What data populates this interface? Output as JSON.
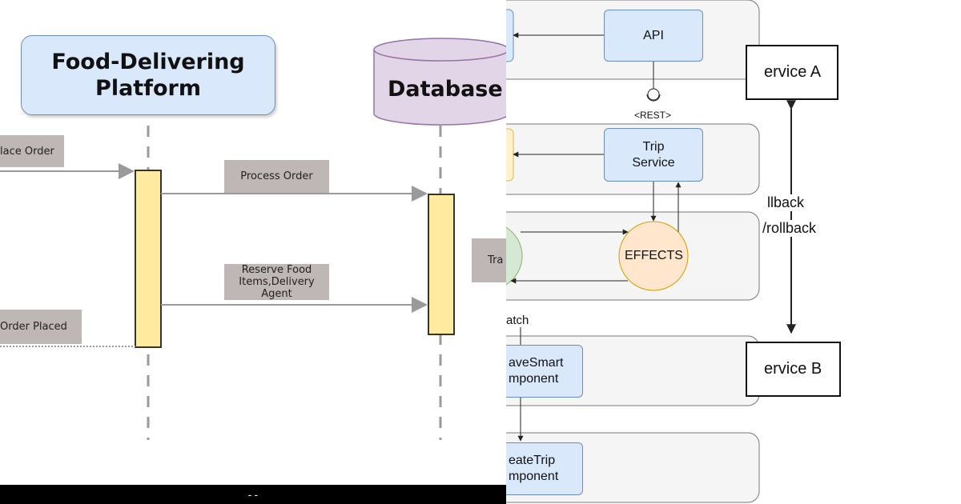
{
  "left_diagram": {
    "actor_title": "Food-Delivering Platform",
    "database_label": "Database",
    "messages": [
      {
        "text": "lace Order"
      },
      {
        "text": "Process Order"
      },
      {
        "text": "Reserve Food Items,Delivery Agent"
      },
      {
        "text": "Order Placed"
      },
      {
        "text": "Tra"
      }
    ],
    "bottom_bar_mark": "--"
  },
  "right_diagram": {
    "nodes": {
      "api": "API",
      "rest": "<REST>",
      "trip_service": "Trip Service",
      "effects": "EFFECTS",
      "service_a": "ervice A",
      "service_b": "ervice B",
      "rollback_1": "llback",
      "rollback_2": "/rollback",
      "dispatch": "atch",
      "save_smart": "aveSmart mponent",
      "create_trip": "eateTrip mponent"
    }
  },
  "colors": {
    "actor_fill": "#dae8fc",
    "actor_stroke": "#6c8ebf",
    "database_fill": "#e1d5e7",
    "database_stroke": "#9673a6",
    "activation_fill": "#ffeaa0",
    "label_fill": "#bfb6b6",
    "effects_fill": "#ffe6cc",
    "effects_stroke": "#d79b00"
  }
}
